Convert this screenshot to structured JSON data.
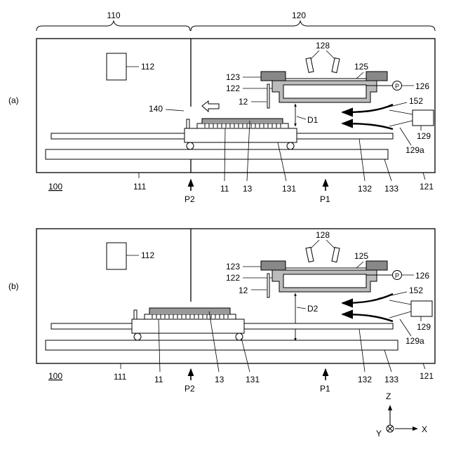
{
  "top": {
    "region_a": "110",
    "region_b": "120"
  },
  "panel_a": {
    "tag": "(a)",
    "l112": "112",
    "l128": "128",
    "l125": "125",
    "l123": "123",
    "l122": "122",
    "l126": "126",
    "p_symbol": "P",
    "l12": "12",
    "l140": "140",
    "l152": "152",
    "d": "D1",
    "l129": "129",
    "l129a": "129a",
    "l100": "100",
    "l111": "111",
    "l11": "11",
    "l13": "13",
    "l131": "131",
    "l132": "132",
    "l133": "133",
    "l121": "121",
    "p1": "P1",
    "p2": "P2"
  },
  "panel_b": {
    "tag": "(b)",
    "l112": "112",
    "l128": "128",
    "l125": "125",
    "l123": "123",
    "l122": "122",
    "l126": "126",
    "p_symbol": "P",
    "l12": "12",
    "l152": "152",
    "d": "D2",
    "l129": "129",
    "l129a": "129a",
    "l100": "100",
    "l111": "111",
    "l11": "11",
    "l13": "13",
    "l131": "131",
    "l132": "132",
    "l133": "133",
    "l121": "121",
    "p1": "P1",
    "p2": "P2"
  },
  "axes": {
    "z": "Z",
    "x": "X",
    "y": "Y"
  }
}
